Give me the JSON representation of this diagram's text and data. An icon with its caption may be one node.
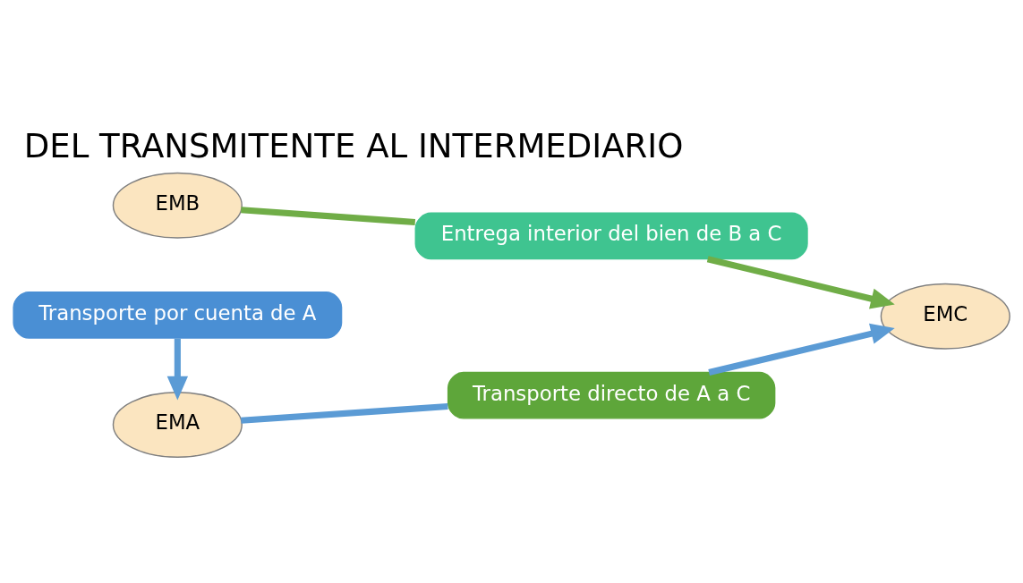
{
  "diagram": {
    "title": "DEL TRANSMITENTE AL INTERMEDIARIO",
    "nodes": [
      {
        "text": [
          "EMA"
        ]
      },
      {
        "text": [
          "EMB"
        ]
      },
      {
        "text": [
          "EMC"
        ]
      },
      {
        "text": [
          "Transporte por cuenta de A"
        ]
      },
      {
        "text": [
          "Entrega interior del bien de B a C"
        ]
      },
      {
        "text": [
          "Transporte directo de A a C"
        ]
      }
    ],
    "edges": [
      {
        "from": 3,
        "to": 0,
        "arrow": "to"
      },
      {
        "from": 1,
        "to": 4,
        "arrow": "none",
        "color": "#70ad47"
      },
      {
        "from": 4,
        "to": 2,
        "arrow": "to",
        "color": "#70ad47"
      },
      {
        "from": 0,
        "to": 5,
        "arrow": "none"
      },
      {
        "from": 5,
        "to": 2,
        "arrow": "to"
      }
    ]
  }
}
